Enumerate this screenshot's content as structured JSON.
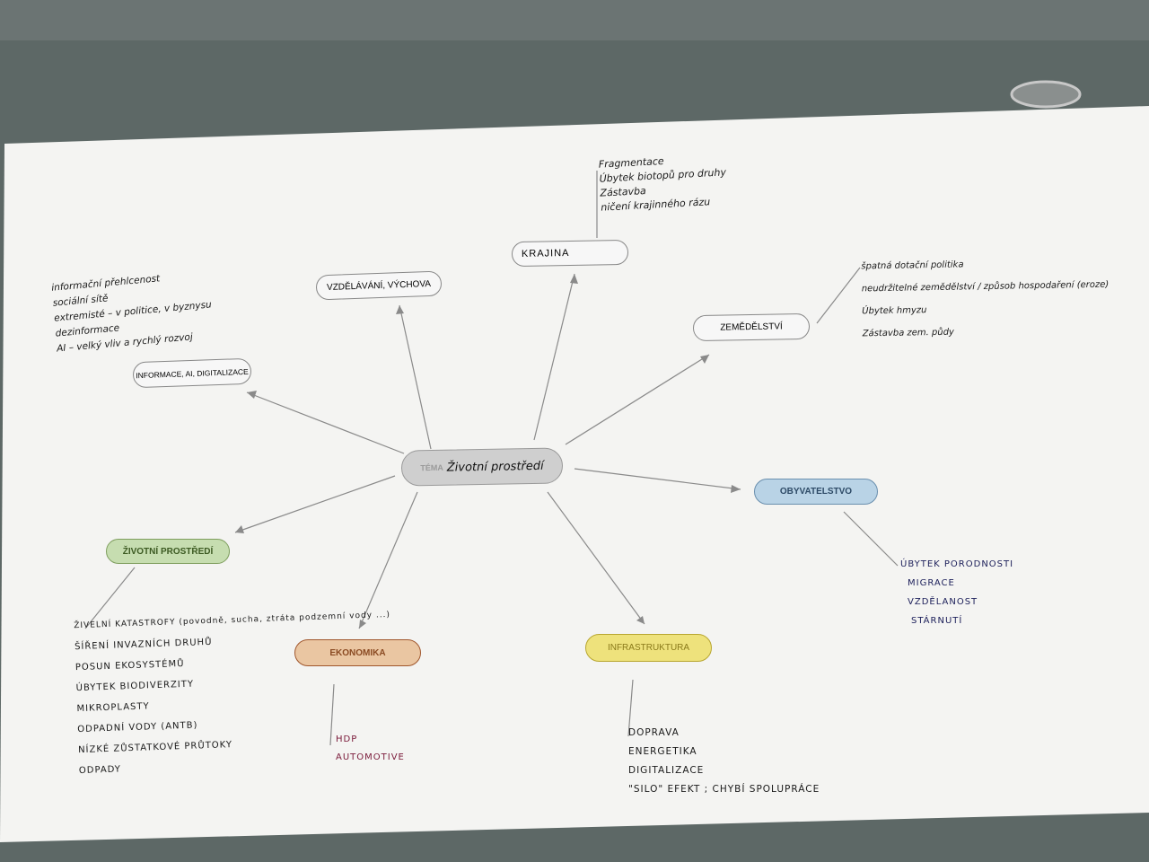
{
  "center": {
    "prefix": "TÉMA",
    "title": "Životní prostředí"
  },
  "nodes": {
    "krajina": "KRAJINA",
    "vzdelavani": "VZDĚLÁVÁNÍ, VÝCHOVA",
    "zemedelstvi": "ZEMĚDĚLSTVÍ",
    "informace": "INFORMACE, AI, DIGITALIZACE",
    "obyvatelstvo": "OBYVATELSTVO",
    "zivotni_prostredi": "ŽIVOTNÍ PROSTŘEDÍ",
    "ekonomika": "EKONOMIKA",
    "infrastruktura": "INFRASTRUKTURA"
  },
  "notes": {
    "krajina": [
      "Fragmentace",
      "Úbytek biotopů pro druhy",
      "Zástavba",
      "ničení krajinného rázu"
    ],
    "informace": [
      "informační přehlcenost",
      "sociální sítě",
      "extremisté – v politice, v byznysu",
      "dezinformace",
      "AI – velký vliv a rychlý rozvoj"
    ],
    "zemedelstvi": [
      "špatná dotační politika",
      "neudržitelné zemědělství / způsob hospodaření (eroze)",
      "Úbytek hmyzu",
      "Zástavba zem. půdy"
    ],
    "obyvatelstvo": [
      "ÚBYTEK PORODNOSTI",
      "MIGRACE",
      "VZDĚLANOST",
      "STÁRNUTÍ"
    ],
    "zivotni_prostredi": [
      "ŽIVELNÍ KATASTROFY (povodně, sucha, ztráta podzemní vody ...)",
      "ŠÍŘENÍ INVAZNÍCH DRUHŮ",
      "POSUN EKOSYSTÉMŮ",
      "ÚBYTEK BIODIVERZITY",
      "MIKROPLASTY",
      "ODPADNÍ VODY (ANTB)",
      "NÍZKÉ ZŮSTATKOVÉ PRŮTOKY",
      "ODPADY"
    ],
    "ekonomika": [
      "HDP",
      "AUTOMOTIVE"
    ],
    "infrastruktura": [
      "DOPRAVA",
      "ENERGETIKA",
      "DIGITALIZACE",
      "\"SILO\" EFEKT ; CHYBÍ SPOLUPRÁCE"
    ]
  },
  "colors": {
    "obyvatelstvo": "#b9d3e6",
    "zivotni_prostredi": "#c6ddb0",
    "ekonomika": "#eac6a2",
    "infrastruktura": "#eee27c",
    "center": "#cfcfcf",
    "ekonomika_ink": "#7a1a3a",
    "obyvatelstvo_ink": "#1c1f5a"
  }
}
